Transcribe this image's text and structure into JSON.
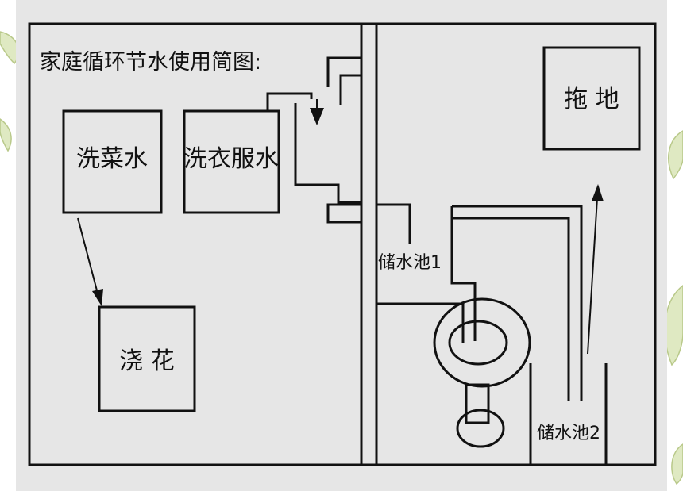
{
  "diagram": {
    "title": "家庭循环节水使用简图:",
    "boxes": {
      "washing_vegetables": "洗菜水",
      "washing_clothes": "洗衣服水",
      "watering_flowers": "浇 花",
      "mopping": "拖 地"
    },
    "tanks": {
      "tank1": "储水池1",
      "tank2": "储水池2"
    }
  },
  "colors": {
    "panel": "#e6e6e6",
    "line": "#111111",
    "backdrop": "#ffffff",
    "leaf_accent": "#d6e3b4"
  }
}
